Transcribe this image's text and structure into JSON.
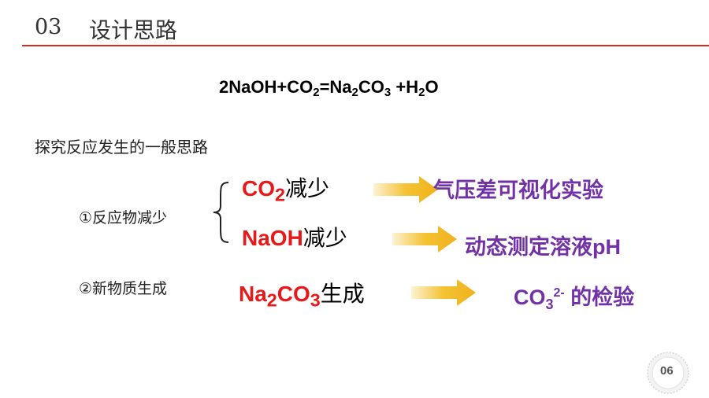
{
  "header": {
    "section_number": "03",
    "title": "设计思路",
    "accent_color": "#d9281f"
  },
  "equation": {
    "p1": "2NaOH+CO",
    "s1": "2",
    "p2": "=Na",
    "s2": "2",
    "p3": "CO",
    "s3": "3",
    "p4": " +H",
    "s4": "2",
    "p5": "O"
  },
  "intro": "探究反应发生的一般思路",
  "paths": [
    {
      "label": "①反应物减少"
    },
    {
      "label": "②新物质生成"
    }
  ],
  "rows": [
    {
      "chem": "CO",
      "chem_sub": "2",
      "text": "减少",
      "method": "气压差可视化实验"
    },
    {
      "chem": "NaOH",
      "text": "减少",
      "method": "动态测定溶液pH"
    },
    {
      "chem_a": "Na",
      "chem_sub_a": "2",
      "chem_b": "CO",
      "chem_sub_b": "3",
      "text": "生成",
      "method_a": "CO",
      "method_sub": "3",
      "method_sup": "2-",
      "method_b": " 的检验"
    }
  ],
  "colors": {
    "chem": "#e8191a",
    "method": "#7232a6",
    "arrow": "#f4c232"
  },
  "icons": {
    "brace": "curly-brace-icon",
    "arrow": "right-arrow-icon"
  },
  "page_number": "06"
}
